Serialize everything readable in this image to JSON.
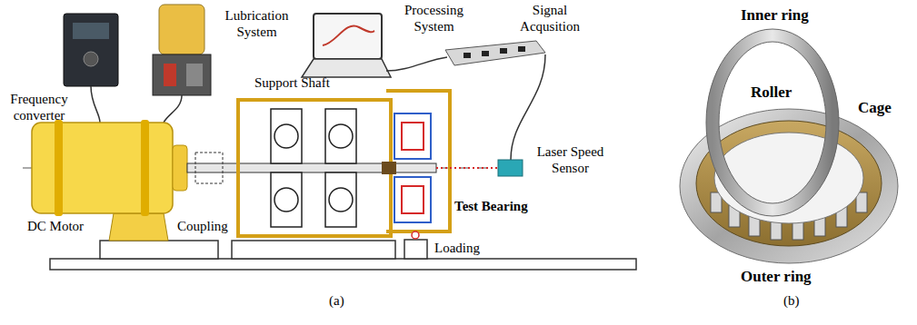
{
  "diagram": {
    "labels": [
      "Lubrication System",
      "Processing System",
      "Signal Acqusition",
      "Frequency converter",
      "Support Shaft",
      "Laser Speed Sensor",
      "DC Motor",
      "Coupling",
      "Test Bearing",
      "Loading",
      "(a)",
      "Inner ring",
      "Roller",
      "Cage",
      "Outer ring",
      "(b)"
    ]
  }
}
